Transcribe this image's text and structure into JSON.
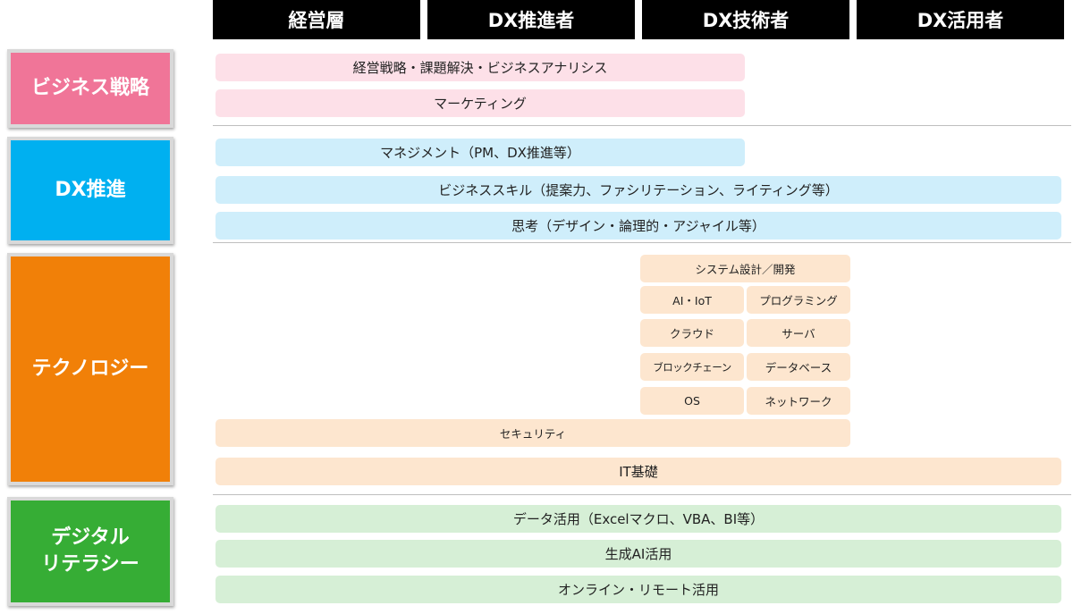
{
  "columns": [
    "経営層",
    "DX推進者",
    "DX技術者",
    "DX活用者"
  ],
  "categories": {
    "business": "ビジネス戦略",
    "dx": "DX推進",
    "technology": "テクノロジー",
    "literacy_line1": "デジタル",
    "literacy_line2": "リテラシー"
  },
  "skills": {
    "business": [
      "経営戦略・課題解決・ビジネスアナリシス",
      "マーケティング"
    ],
    "dx": [
      "マネジメント（PM、DX推進等）",
      "ビジネススキル（提案力、ファシリテーション、ライティング等）",
      "思考（デザイン・論理的・アジャイル等）"
    ],
    "technology": {
      "system_design": "システム設計／開発",
      "ai_iot": "AI・IoT",
      "programming": "プログラミング",
      "cloud": "クラウド",
      "server": "サーバ",
      "blockchain": "ブロックチェーン",
      "database": "データベース",
      "os": "OS",
      "network": "ネットワーク",
      "security": "セキュリティ",
      "it_basics": "IT基礎"
    },
    "literacy": [
      "データ活用（Excelマクロ、VBA、BI等）",
      "生成AI活用",
      "オンライン・リモート活用"
    ]
  },
  "colors": {
    "business_category": "#f07598",
    "business_bar": "#fde0e8",
    "dx_category": "#00b0f0",
    "dx_bar": "#cfeefb",
    "technology_category": "#f18008",
    "technology_bar": "#fde6cf",
    "literacy_category": "#36ad35",
    "literacy_bar": "#d6efd6",
    "header": "#000000"
  }
}
